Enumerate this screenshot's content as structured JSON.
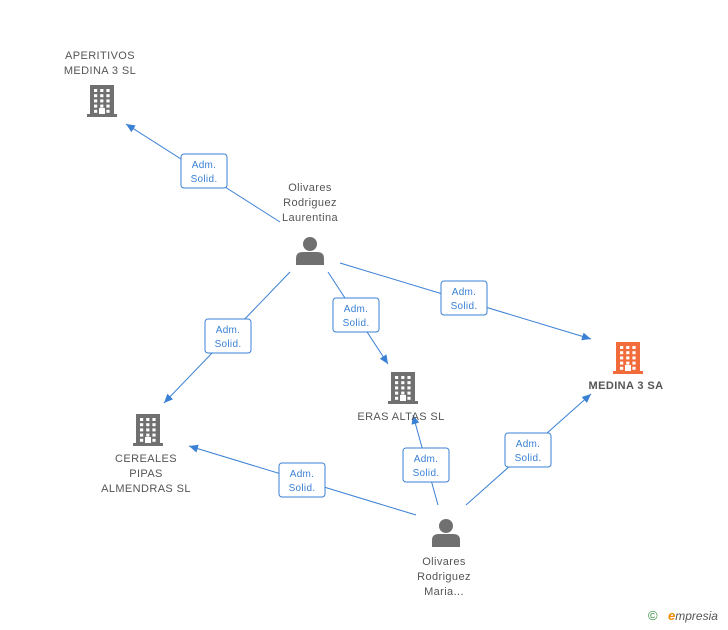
{
  "colors": {
    "edge": "#3a80d4",
    "company": "#707070",
    "company_main": "#f26b3a",
    "person": "#707070",
    "text": "#555555"
  },
  "nodes": [
    {
      "id": "aperitivos",
      "type": "company",
      "lines": [
        "APERITIVOS",
        "MEDINA 3 SL"
      ],
      "main": false
    },
    {
      "id": "olivares_laurentina",
      "type": "person",
      "lines": [
        "Olivares",
        "Rodriguez",
        "Laurentina"
      ],
      "main": false
    },
    {
      "id": "medina3sa",
      "type": "company",
      "lines": [
        "MEDINA 3 SA"
      ],
      "main": true
    },
    {
      "id": "eras_altas",
      "type": "company",
      "lines": [
        "ERAS ALTAS SL"
      ],
      "main": false
    },
    {
      "id": "cereales",
      "type": "company",
      "lines": [
        "CEREALES",
        "PIPAS",
        "ALMENDRAS SL"
      ],
      "main": false
    },
    {
      "id": "olivares_maria",
      "type": "person",
      "lines": [
        "Olivares",
        "Rodriguez",
        "Maria..."
      ],
      "main": false
    }
  ],
  "edges": [
    {
      "id": "e1",
      "from": "olivares_laurentina",
      "to": "aperitivos",
      "lines": [
        "Adm.",
        "Solid."
      ]
    },
    {
      "id": "e2",
      "from": "olivares_laurentina",
      "to": "cereales",
      "lines": [
        "Adm.",
        "Solid."
      ]
    },
    {
      "id": "e3",
      "from": "olivares_laurentina",
      "to": "eras_altas",
      "lines": [
        "Adm.",
        "Solid."
      ]
    },
    {
      "id": "e4",
      "from": "olivares_laurentina",
      "to": "medina3sa",
      "lines": [
        "Adm.",
        "Solid."
      ]
    },
    {
      "id": "e5",
      "from": "olivares_maria",
      "to": "cereales",
      "lines": [
        "Adm.",
        "Solid."
      ]
    },
    {
      "id": "e6",
      "from": "olivares_maria",
      "to": "eras_altas",
      "lines": [
        "Adm.",
        "Solid."
      ]
    },
    {
      "id": "e7",
      "from": "olivares_maria",
      "to": "medina3sa",
      "lines": [
        "Adm.",
        "Solid."
      ]
    }
  ],
  "footer": {
    "copyright_symbol": "©",
    "brand_initial": "e",
    "brand_rest": "mpresia"
  }
}
